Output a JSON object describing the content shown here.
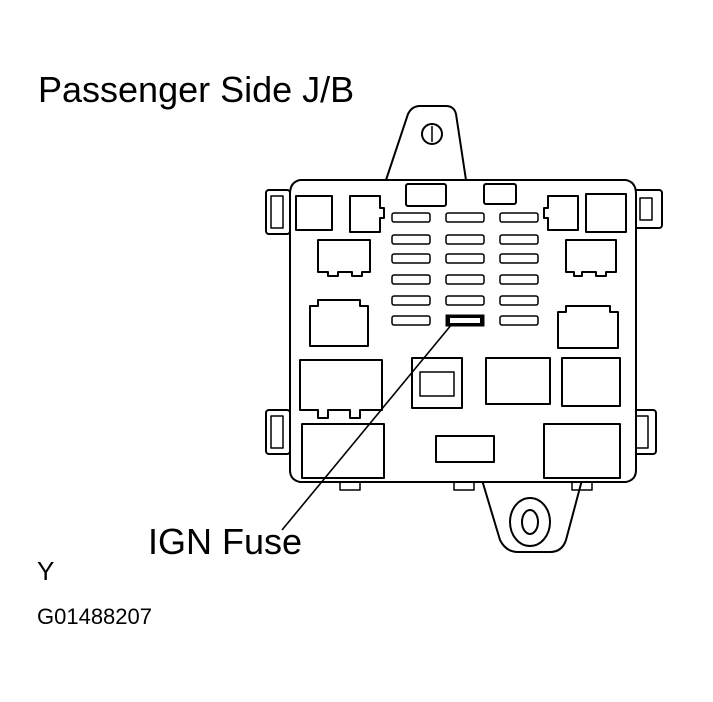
{
  "title": "Passenger Side J/B",
  "callout_label": "IGN Fuse",
  "footer": {
    "code": "Y",
    "figure_id": "G01488207"
  }
}
